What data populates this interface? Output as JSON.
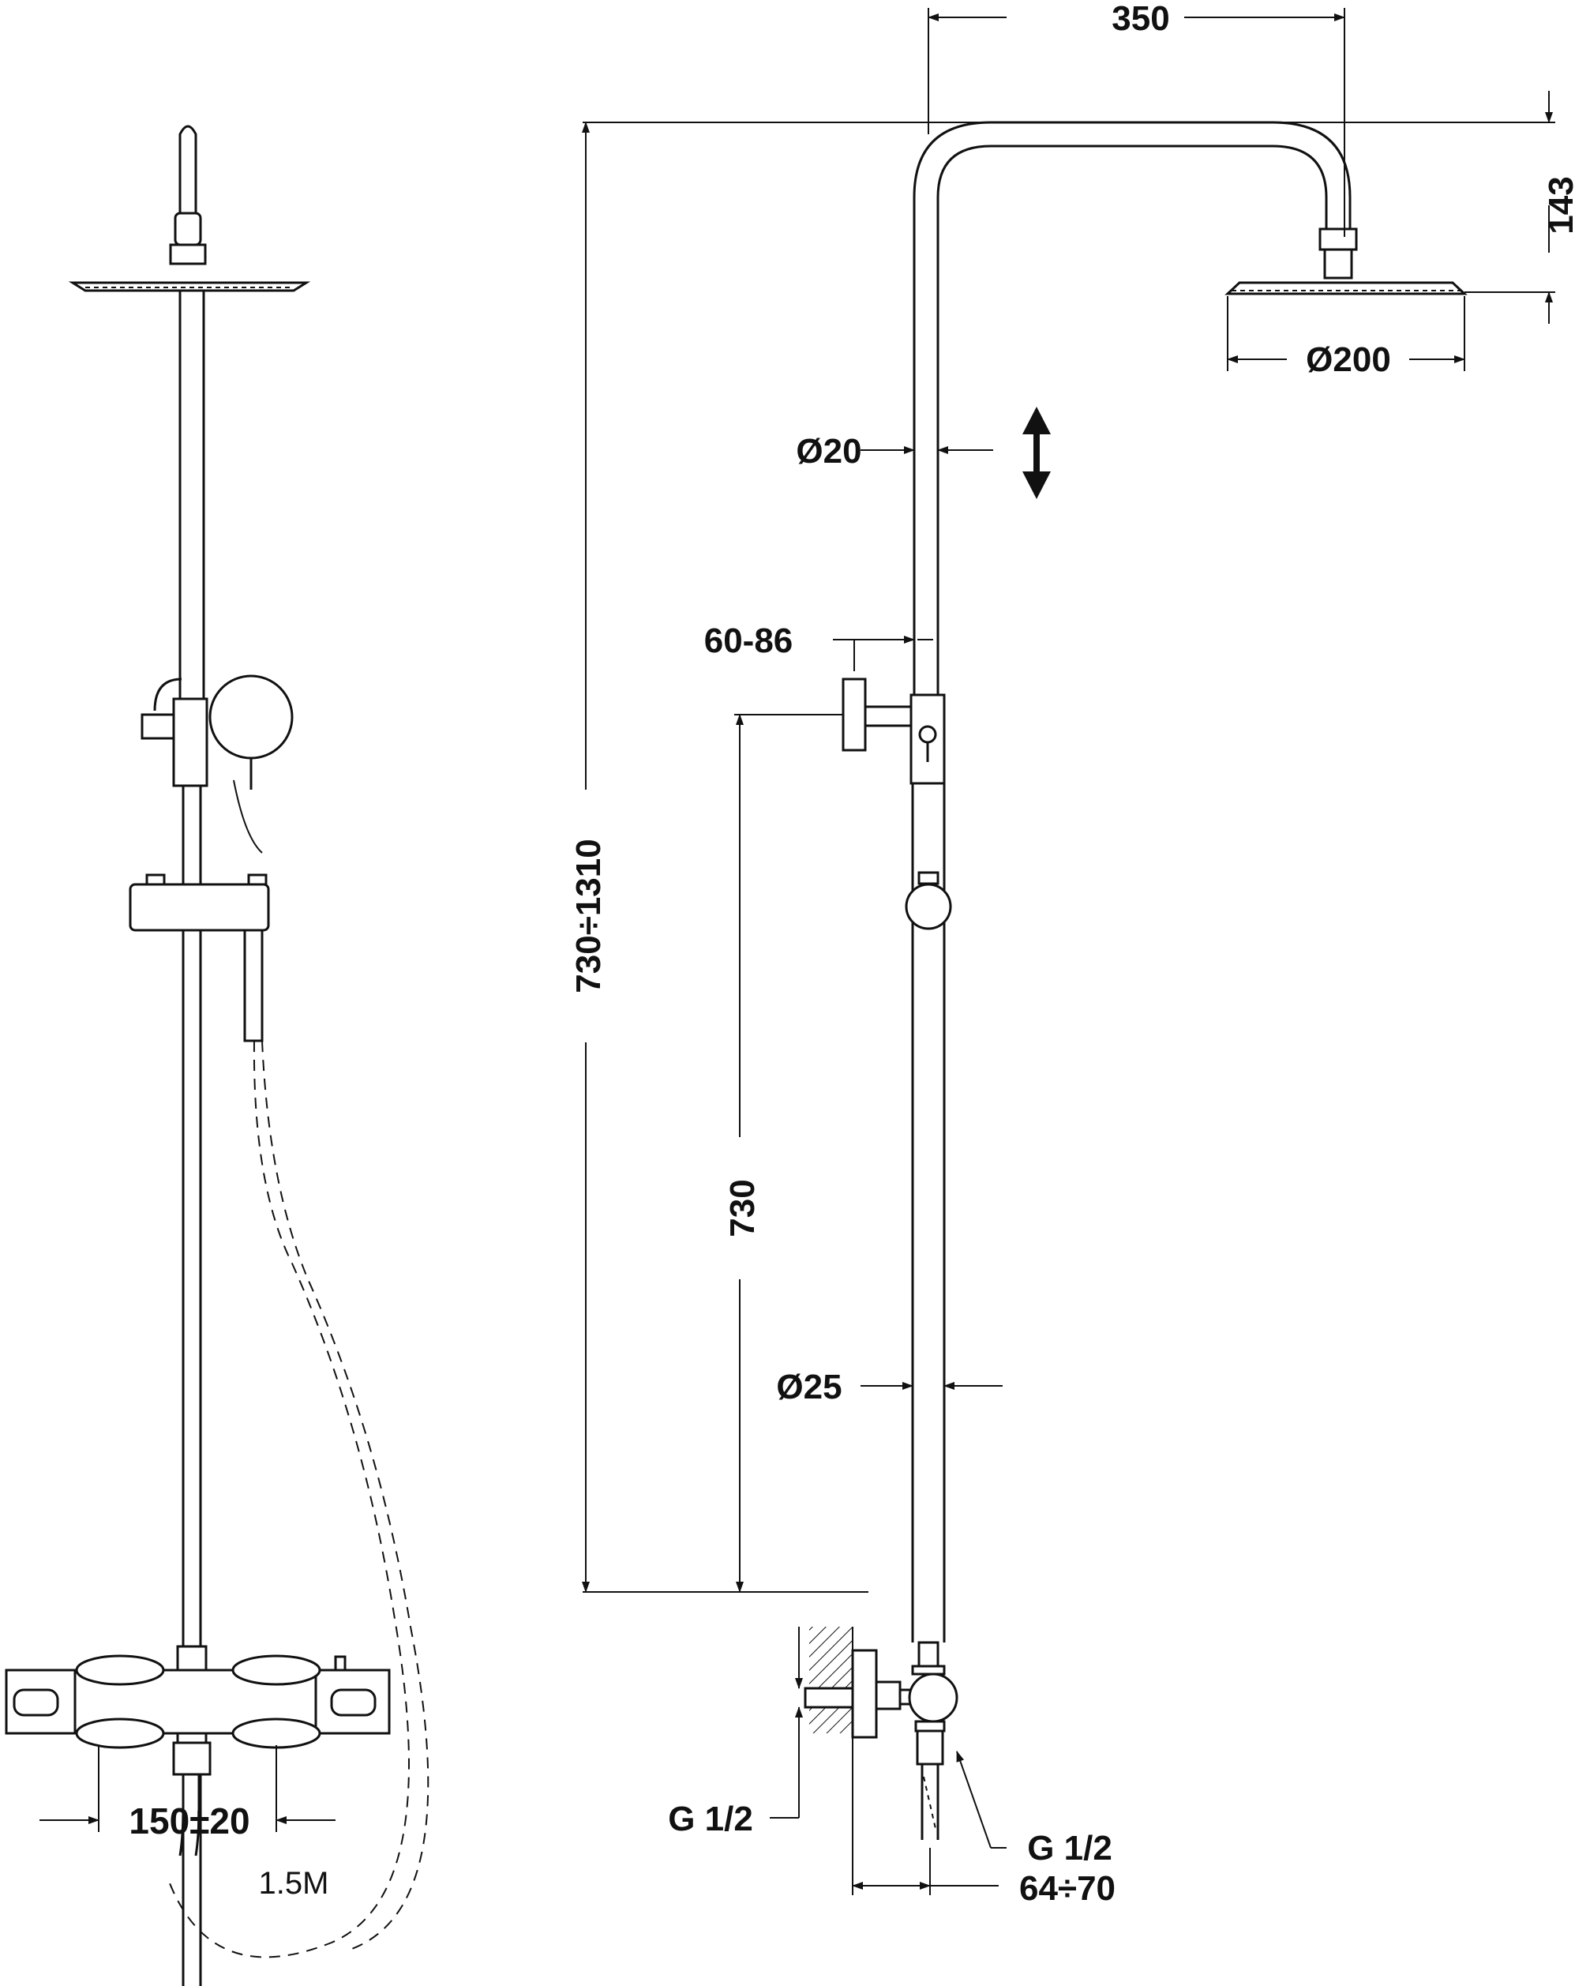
{
  "dimensions": {
    "arm_width": "350",
    "head_drop": "143",
    "head_diameter": "Ø200",
    "top_pipe_diameter": "Ø20",
    "total_height": "730÷1310",
    "bracket_offset": "60-86",
    "lower_height": "730",
    "bottom_pipe_diameter": "Ø25",
    "inlet_thread_left": "G 1/2",
    "outlet_thread_right": "G 1/2",
    "wall_distance": "64÷70",
    "inlet_spacing": "150±20",
    "hose_length": "1.5M"
  },
  "colors": {
    "line": "#111111",
    "background": "#ffffff"
  }
}
